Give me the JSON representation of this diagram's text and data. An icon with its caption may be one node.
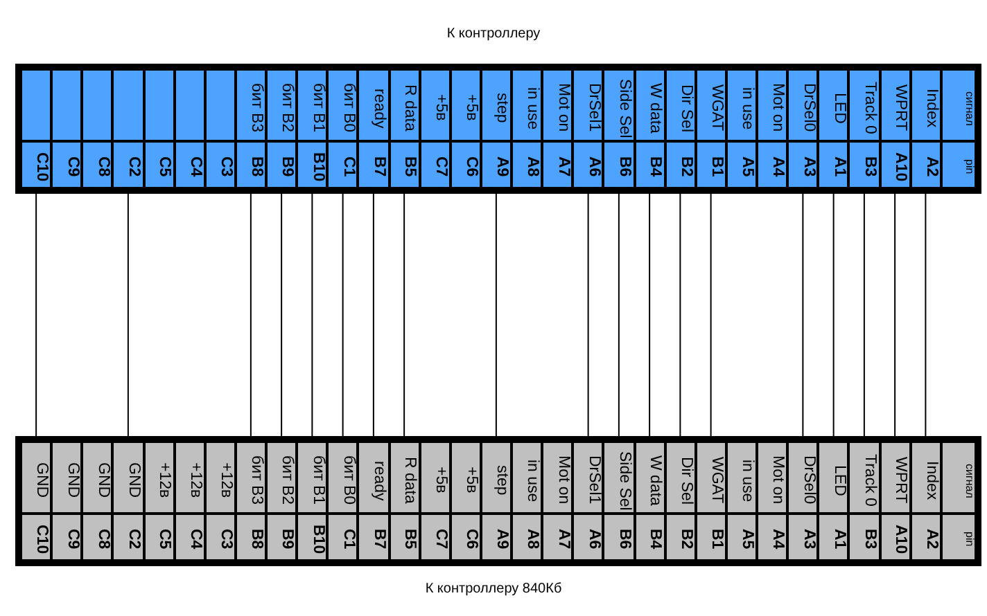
{
  "diagram": {
    "title": "К контроллеру",
    "caption": "К контроллеру 840Кб",
    "nodes": [
      {
        "text": [],
        "shape": "box"
      },
      {
        "text": [
          "C10"
        ],
        "in": 0
      },
      {
        "text": [
          "C9"
        ],
        "in": 0
      },
      {
        "text": [
          "C8"
        ],
        "in": 0
      },
      {
        "text": [
          "C2"
        ],
        "in": 0
      },
      {
        "text": [
          "C5"
        ],
        "in": 0
      },
      {
        "text": [
          "C4"
        ],
        "in": 0
      },
      {
        "text": [
          "C3"
        ],
        "in": 0
      },
      {
        "text": [
          "бит B3",
          "B8"
        ],
        "in": 0
      },
      {
        "text": [
          "бит B2",
          "B9"
        ],
        "in": 0
      },
      {
        "text": [
          "бит B1",
          "B10"
        ],
        "in": 0
      },
      {
        "text": [
          "бит B0",
          "C1"
        ],
        "in": 0
      },
      {
        "text": [
          "ready",
          "B7"
        ],
        "in": 0
      },
      {
        "text": [
          "R data",
          "B5"
        ],
        "in": 0
      },
      {
        "text": [
          "+5в",
          "C7"
        ],
        "in": 0
      },
      {
        "text": [
          "+5в",
          "C6"
        ],
        "in": 0
      },
      {
        "text": [
          "step",
          "A9"
        ],
        "in": 0
      },
      {
        "text": [
          "in use",
          "A8"
        ],
        "in": 0
      },
      {
        "text": [
          "Mot on",
          "A7"
        ],
        "in": 0
      },
      {
        "text": [
          "DrSel1",
          "A6"
        ],
        "in": 0
      },
      {
        "text": [
          "Side Sel",
          "B6"
        ],
        "in": 0
      },
      {
        "text": [
          "W data",
          "B4"
        ],
        "in": 0
      },
      {
        "text": [
          "Dir Sel",
          "B2"
        ],
        "in": 0
      },
      {
        "text": [
          "WGAT",
          "B1"
        ],
        "in": 0
      },
      {
        "text": [
          "in use",
          "A5"
        ],
        "in": 0
      },
      {
        "text": [
          "Mot on",
          "A4"
        ],
        "in": 0
      },
      {
        "text": [
          "DrSel0",
          "A3"
        ],
        "in": 0
      },
      {
        "text": [
          "LED",
          "A1"
        ],
        "in": 0
      },
      {
        "text": [
          "Track 0",
          "B3"
        ],
        "in": 0
      },
      {
        "text": [
          "WPRT",
          "A10"
        ],
        "in": 0
      },
      {
        "text": [
          "Index",
          "A2"
        ],
        "in": 0
      },
      {
        "text": [
          "сигнал",
          "pin"
        ],
        "in": 0
      },
      {
        "text": [],
        "shape": "box"
      },
      {
        "text": [
          "GND",
          "C10"
        ],
        "in": 32
      },
      {
        "text": [
          "GND",
          "C9"
        ],
        "in": 32
      },
      {
        "text": [
          "GND",
          "C8"
        ],
        "in": 32
      },
      {
        "text": [
          "GND",
          "C2"
        ],
        "in": 32
      },
      {
        "text": [
          "+12в",
          "C5"
        ],
        "in": 32
      },
      {
        "text": [
          "+12в",
          "C4"
        ],
        "in": 32
      },
      {
        "text": [
          "+12в",
          "C3"
        ],
        "in": 32
      },
      {
        "text": [
          "бит B3",
          "B8"
        ],
        "in": 32
      },
      {
        "text": [
          "бит B2",
          "B9"
        ],
        "in": 32
      },
      {
        "text": [
          "бит B1",
          "B10"
        ],
        "in": 32
      },
      {
        "text": [
          "бит B0",
          "C1"
        ],
        "in": 32
      },
      {
        "text": [
          "ready",
          "B7"
        ],
        "in": 32
      },
      {
        "text": [
          "R data",
          "B5"
        ],
        "in": 32
      },
      {
        "text": [
          "+5в",
          "C7"
        ],
        "in": 32
      },
      {
        "text": [
          "+5в",
          "C6"
        ],
        "in": 32
      },
      {
        "text": [
          "step",
          "A9"
        ],
        "in": 32
      },
      {
        "text": [
          "in use",
          "A8"
        ],
        "in": 32
      },
      {
        "text": [
          "Mot on",
          "A7"
        ],
        "in": 32
      },
      {
        "text": [
          "DrSel1",
          "A6"
        ],
        "in": 32
      },
      {
        "text": [
          "Side Sel",
          "B6"
        ],
        "in": 32
      },
      {
        "text": [
          "W data",
          "B4"
        ],
        "in": 32
      },
      {
        "text": [
          "Dir Sel",
          "B2"
        ],
        "in": 32
      },
      {
        "text": [
          "WGAT",
          "B1"
        ],
        "in": 32
      },
      {
        "text": [
          "in use",
          "A5"
        ],
        "in": 32
      },
      {
        "text": [
          "Mot on",
          "A4"
        ],
        "in": 32
      },
      {
        "text": [
          "DrSel0",
          "A3"
        ],
        "in": 32
      },
      {
        "text": [
          "LED",
          "A1"
        ],
        "in": 32
      },
      {
        "text": [
          "Track 0",
          "B3"
        ],
        "in": 32
      },
      {
        "text": [
          "WPRT",
          "A10"
        ],
        "in": 32
      },
      {
        "text": [
          "Index",
          "A2"
        ],
        "in": 32
      },
      {
        "text": [
          "сигнал",
          "pin"
        ],
        "in": 32
      }
    ],
    "edges": [
      {
        "from": 1,
        "to": 33,
        "arrow": "none"
      },
      {
        "from": 4,
        "to": 36,
        "arrow": "none"
      },
      {
        "from": 8,
        "to": 40,
        "arrow": "none"
      },
      {
        "from": 9,
        "to": 41,
        "arrow": "none"
      },
      {
        "from": 10,
        "to": 42,
        "arrow": "none"
      },
      {
        "from": 11,
        "to": 43,
        "arrow": "none"
      },
      {
        "from": 12,
        "to": 44,
        "arrow": "none"
      },
      {
        "from": 13,
        "to": 45,
        "arrow": "none"
      },
      {
        "from": 16,
        "to": 48,
        "arrow": "none"
      },
      {
        "from": 19,
        "to": 51,
        "arrow": "none"
      },
      {
        "from": 20,
        "to": 52,
        "arrow": "none"
      },
      {
        "from": 21,
        "to": 53,
        "arrow": "none"
      },
      {
        "from": 22,
        "to": 54,
        "arrow": "none"
      },
      {
        "from": 23,
        "to": 55,
        "arrow": "none"
      },
      {
        "from": 26,
        "to": 58,
        "arrow": "none"
      },
      {
        "from": 27,
        "to": 59,
        "arrow": "none"
      },
      {
        "from": 28,
        "to": 60,
        "arrow": "none"
      },
      {
        "from": 29,
        "to": 61,
        "arrow": "none"
      },
      {
        "from": 30,
        "to": 62,
        "arrow": "none"
      }
    ]
  }
}
